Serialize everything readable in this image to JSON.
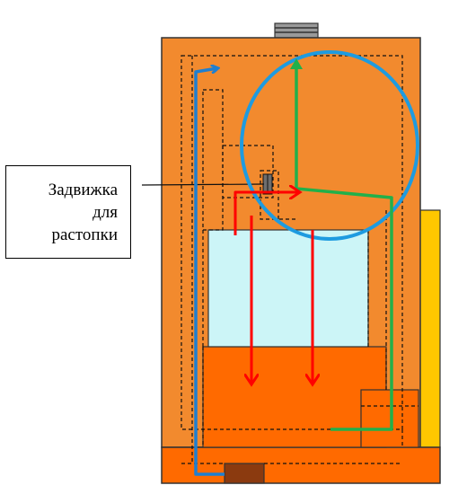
{
  "callout": {
    "lines": [
      "Задвижка",
      "для",
      "растопки"
    ]
  },
  "colors": {
    "body": "#F28A2E",
    "firebox": "#FF6A00",
    "chamber": "#CCF5F7",
    "side_panel": "#FFC700",
    "door": "#8B3A0F",
    "chimney": "#7F7F7F",
    "flow_blue": "#1F7FD0",
    "flow_green": "#22B04A",
    "flow_red": "#FF0000",
    "ring": "#1E9BE0"
  }
}
